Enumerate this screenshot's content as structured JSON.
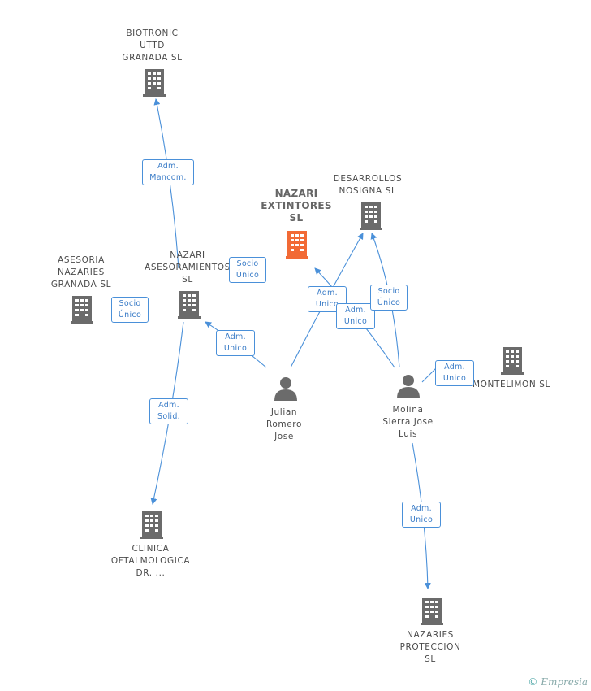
{
  "colors": {
    "edge": "#4a90d9",
    "building": "#6b6b6b",
    "main_building": "#f26a35",
    "person": "#6b6b6b"
  },
  "nodes": {
    "biotronic": "BIOTRONIC\nUTTD\nGRANADA SL",
    "nazari_extintores": "NAZARI\nEXTINTORES\nSL",
    "desarrollos": "DESARROLLOS\nNOSIGNA SL",
    "asesoria": "ASESORIA\nNAZARIES\nGRANADA SL",
    "nazari_asesoramientos": "NAZARI\nASESORAMIENTOS\nSL",
    "montelimon": "MONTELIMON SL",
    "julian": "Julian\nRomero\nJose",
    "molina": "Molina\nSierra Jose\nLuis",
    "clinica": "CLINICA\nOFTALMOLOGICA\nDR. ...",
    "nazaries_proteccion": "NAZARIES\nPROTECCION\nSL"
  },
  "edges": {
    "adm_mancom": "Adm.\nMancom.",
    "socio_unico_1": "Socio\nÚnico",
    "socio_unico_2": "Socio\nÚnico",
    "adm_unico_julian_asesoramientos": "Adm.\nUnico",
    "adm_solid": "Adm.\nSolid.",
    "adm_unico_julian_extintores": "Adm.\nUnico",
    "adm_unico_molina_desarrollos": "Adm.\nUnico",
    "socio_unico_molina": "Socio\nÚnico",
    "adm_unico_montelimon": "Adm.\nUnico",
    "adm_unico_proteccion": "Adm.\nUnico"
  },
  "footer": {
    "copyright_symbol": "©",
    "brand": "Empresia"
  }
}
